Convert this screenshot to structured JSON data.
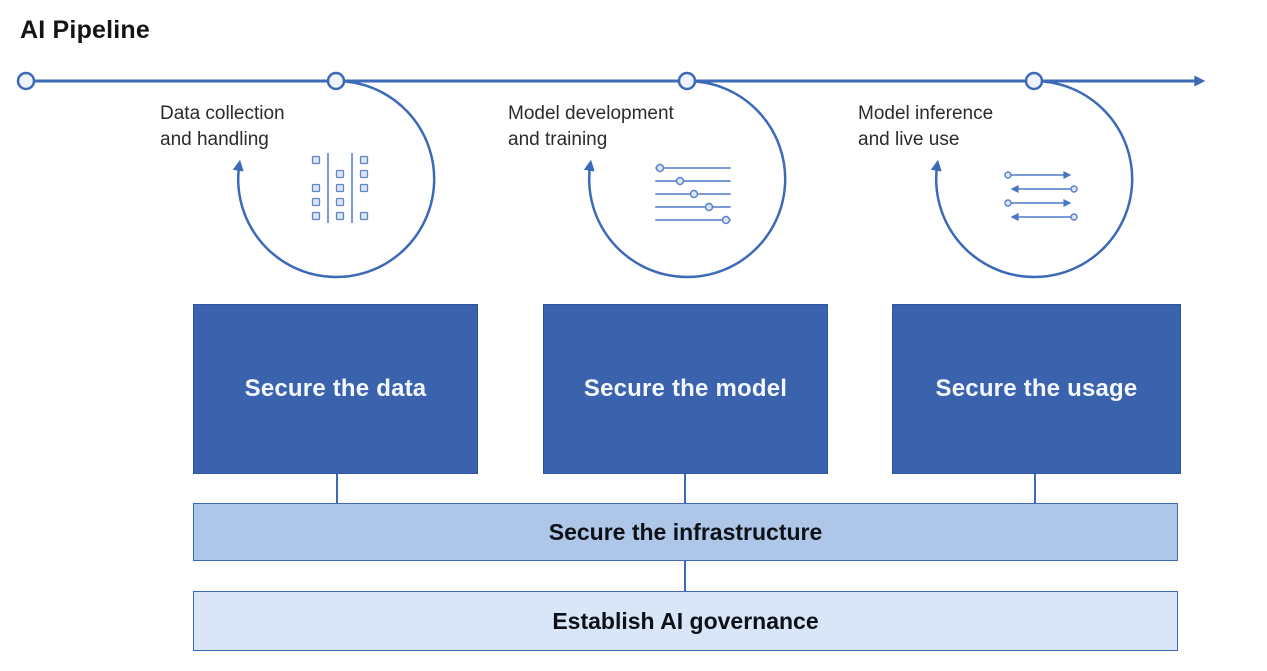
{
  "title": "AI Pipeline",
  "colors": {
    "line_blue": "#3c69b8",
    "box_fill": "#3b62ad",
    "infrastructure_fill": "#aec6e7",
    "governance_fill": "#d9e6f7",
    "icon_blue": "#7c9bd6",
    "box_text": "#f4f8ff",
    "label_text": "#2b2b2b"
  },
  "pipeline": {
    "stages": [
      {
        "label": "Data collection\nand handling",
        "icon": "data-columns-icon",
        "box": "Secure the data"
      },
      {
        "label": "Model development\nand training",
        "icon": "sliders-icon",
        "box": "Secure the model"
      },
      {
        "label": "Model inference\nand live use",
        "icon": "exchange-arrows-icon",
        "box": "Secure the usage"
      }
    ]
  },
  "foundation": {
    "infrastructure": "Secure the infrastructure",
    "governance": "Establish AI governance"
  }
}
